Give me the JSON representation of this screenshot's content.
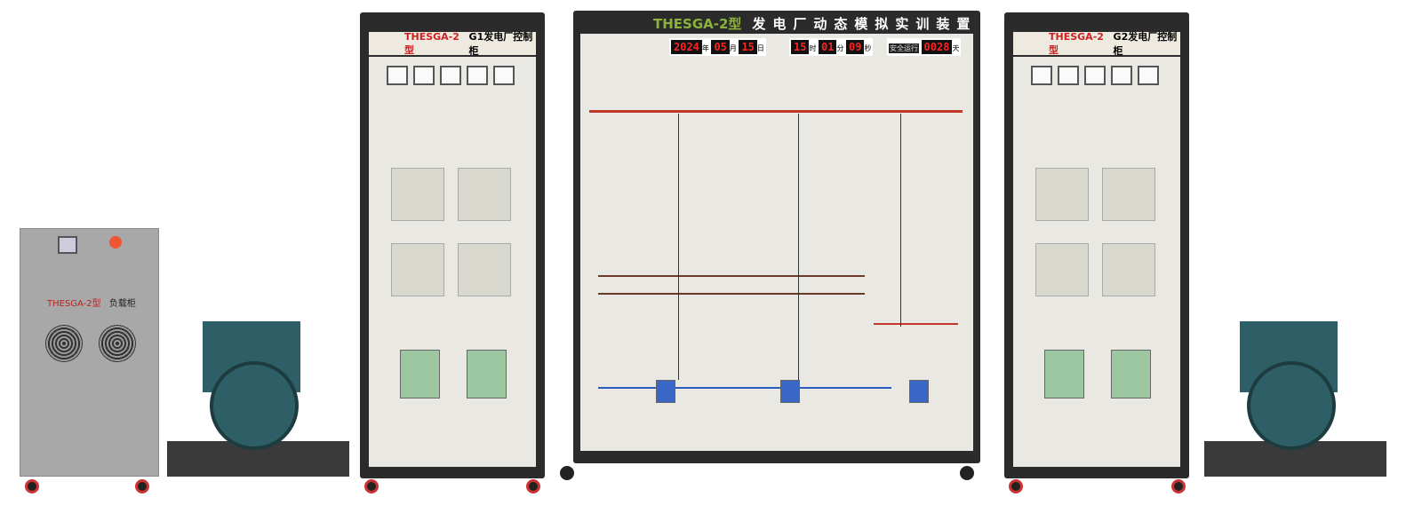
{
  "load_cabinet": {
    "model": "THESGA-2型",
    "name": "负载柜"
  },
  "g1_cabinet": {
    "model": "THESGA-2型",
    "name": "G1发电厂控制柜"
  },
  "g2_cabinet": {
    "model": "THESGA-2型",
    "name": "G2发电厂控制柜"
  },
  "main_panel": {
    "model": "THESGA-2型",
    "title": "发电厂动态模拟实训装置",
    "date": {
      "year": "2024",
      "year_unit": "年",
      "month": "05",
      "month_unit": "月",
      "day": "15",
      "day_unit": "日"
    },
    "time": {
      "hour": "15",
      "hour_unit": "时",
      "minute": "01",
      "minute_unit": "分",
      "second": "09",
      "second_unit": "秒"
    },
    "safety": {
      "label": "安全运行",
      "days": "0028",
      "unit": "天"
    }
  },
  "colors": {
    "cabinet": "#2b2b2b",
    "panel": "#e9e8e2",
    "busbar": "#c0392b",
    "model_text": "#8bb33a",
    "motor": "#2f5f66",
    "load_cabinet": "#a8a8a8"
  }
}
